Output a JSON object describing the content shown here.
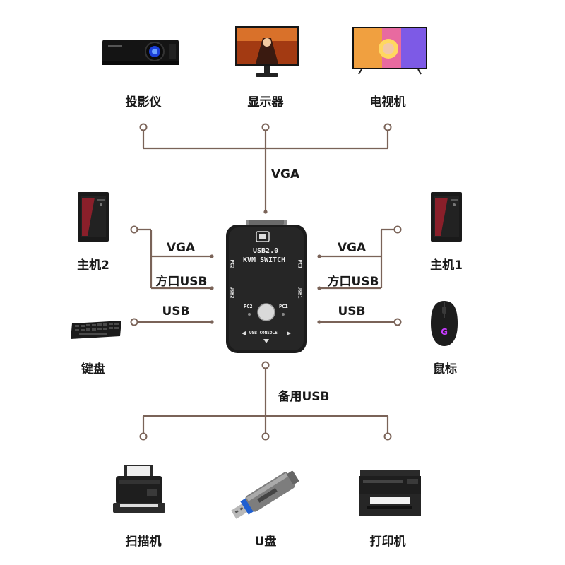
{
  "devices_top": [
    {
      "id": "projector",
      "label": "投影仪"
    },
    {
      "id": "monitor",
      "label": "显示器"
    },
    {
      "id": "tv",
      "label": "电视机"
    }
  ],
  "devices_left": [
    {
      "id": "host2",
      "label": "主机2"
    },
    {
      "id": "keyboard",
      "label": "键盘"
    }
  ],
  "devices_right": [
    {
      "id": "host1",
      "label": "主机1"
    },
    {
      "id": "mouse",
      "label": "鼠标"
    }
  ],
  "devices_bottom": [
    {
      "id": "scanner",
      "label": "扫描机"
    },
    {
      "id": "udisk",
      "label": "U盘"
    },
    {
      "id": "printer",
      "label": "打印机"
    }
  ],
  "connections": {
    "top": "VGA",
    "left_vga": "VGA",
    "left_usb_b": "方口USB",
    "left_usb": "USB",
    "right_vga": "VGA",
    "right_usb_b": "方口USB",
    "right_usb": "USB",
    "bottom": "备用USB"
  },
  "kvm": {
    "model_line1": "USB2.0",
    "model_line2": "KVM SWITCH",
    "port_pc2": "PC2",
    "port_pc1": "PC1",
    "port_usb2": "USB2",
    "port_usb1": "USB1",
    "side_pc2": "PC2",
    "side_pc1": "PC1",
    "console": "USB CONSOLE"
  },
  "colors": {
    "wire": "#7a6358",
    "kvm_body": "#1c1c1c",
    "label": "#1a1a1a"
  },
  "icons": [
    "projector-icon",
    "monitor-icon",
    "tv-icon",
    "pc-tower-icon",
    "keyboard-icon",
    "mouse-icon",
    "scanner-icon",
    "usb-drive-icon",
    "printer-icon",
    "kvm-switch-icon"
  ]
}
